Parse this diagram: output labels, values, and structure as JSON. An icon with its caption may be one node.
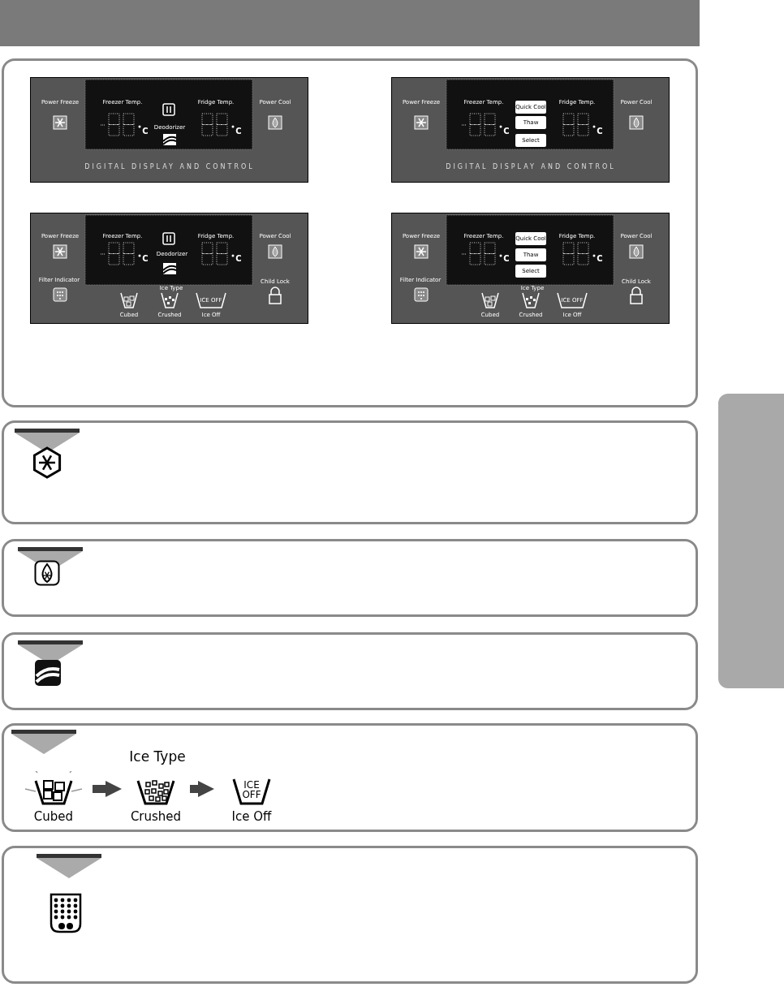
{
  "diagram": {
    "nodes": [
      {
        "text": [
          "Cubed"
        ]
      },
      {
        "text": [
          "Crushed"
        ]
      },
      {
        "text": [
          "Ice Off"
        ]
      },
      {
        "text": [],
        "shape": "box"
      }
    ],
    "edges": [
      {
        "from": 0,
        "to": 1,
        "arrow": "to"
      },
      {
        "from": 1,
        "to": 2,
        "arrow": "to"
      }
    ],
    "labels": [
      "Power Freeze",
      "Freezer Temp.",
      "Fridge Temp.",
      "Power Cool",
      "C",
      "Deodorizer",
      "C",
      "DIGITAL DISPLAY AND CONTROL",
      "Power Freeze",
      "Freezer Temp.",
      "Quick Cool",
      "Fridge Temp.",
      "Power Cool",
      "C",
      "Thaw",
      "C",
      "Select",
      "DIGITAL DISPLAY AND CONTROL",
      "Power Freeze",
      "Freezer Temp.",
      "Fridge Temp.",
      "Power Cool",
      "C",
      "Deodorizer",
      "C",
      "Filter Indicator",
      "Child Lock",
      "Ice Type",
      "ICE OFF",
      "Cubed",
      "Crushed",
      "Ice Off",
      "Power Freeze",
      "Freezer Temp.",
      "Quick Cool",
      "Fridge Temp.",
      "Power Cool",
      "C",
      "Thaw",
      "C",
      "Select",
      "Filter Indicator",
      "Child Lock",
      "Ice Type",
      "ICE OFF",
      "Cubed",
      "Crushed",
      "Ice Off",
      "Ice Type",
      "ICE OFF"
    ]
  }
}
